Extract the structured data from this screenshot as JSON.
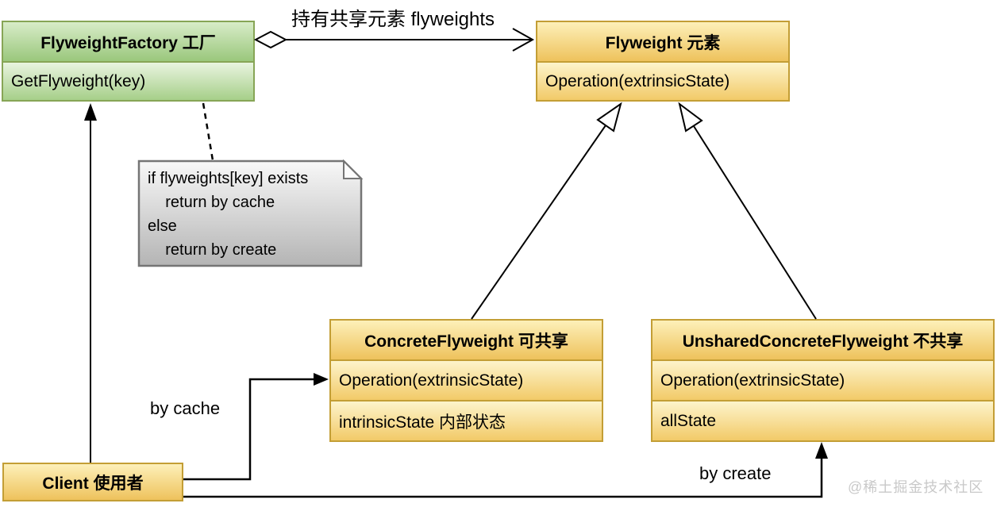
{
  "diagram": {
    "classes": {
      "factory": {
        "title": "FlyweightFactory 工厂",
        "method": "GetFlyweight(key)"
      },
      "flyweight": {
        "title": "Flyweight 元素",
        "method": "Operation(extrinsicState)"
      },
      "concrete": {
        "title": "ConcreteFlyweight 可共享",
        "method": "Operation(extrinsicState)",
        "attribute": "intrinsicState 内部状态"
      },
      "unshared": {
        "title": "UnsharedConcreteFlyweight 不共享",
        "method": "Operation(extrinsicState)",
        "attribute": "allState"
      },
      "client": {
        "title": "Client 使用者"
      }
    },
    "note": {
      "lines": [
        "if flyweights[key] exists",
        "    return by cache",
        "else",
        "    return by create"
      ]
    },
    "edge_labels": {
      "aggregation": "持有共享元素 flyweights",
      "by_cache": "by cache",
      "by_create": "by create"
    },
    "watermark": "@稀土掘金技术社区",
    "colors": {
      "green_fill_top": "#d8ecc8",
      "green_fill_bottom": "#9ac77c",
      "green_border": "#87a556",
      "yellow_fill_top": "#fdf0b9",
      "yellow_fill_bottom": "#eec25c",
      "yellow_border": "#c39e35",
      "note_fill_top": "#f8f8f8",
      "note_fill_bottom": "#b4b4b4",
      "note_border": "#757575",
      "line": "#000000",
      "watermark_text": "#c9c9c9"
    }
  }
}
